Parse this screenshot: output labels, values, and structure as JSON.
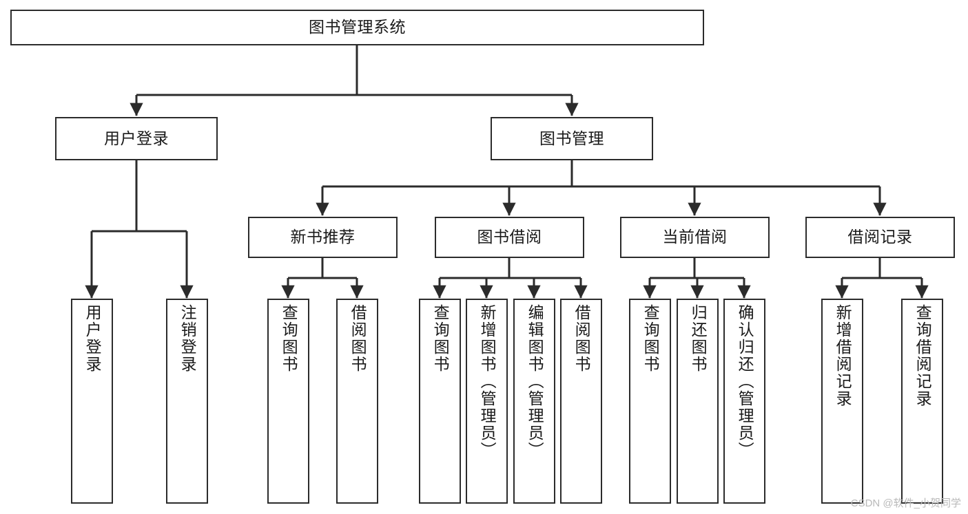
{
  "diagram": {
    "title": "图书管理系统",
    "watermark": "CSDN @软件_小贺同学",
    "edge_color": "#2b2b2b",
    "box_border_color": "#2b2b2b",
    "box_fill_color": "#ffffff",
    "text_color": "#1a1a1a",
    "levels": {
      "root": "图书管理系统",
      "level2": [
        "用户登录",
        "图书管理"
      ],
      "level3": [
        "新书推荐",
        "图书借阅",
        "当前借阅",
        "借阅记录"
      ],
      "level4": [
        "用户登录",
        "注销登录",
        "查询图书",
        "借阅图书",
        "查询图书",
        "新增图书（管理员）",
        "编辑图书（管理员）",
        "借阅图书",
        "查询图书",
        "归还图书",
        "确认归还（管理员）",
        "新增借阅记录",
        "查询借阅记录"
      ]
    },
    "nodes": {
      "root": {
        "label": "图书管理系统"
      },
      "user_login": {
        "label": "用户登录"
      },
      "book_manage": {
        "label": "图书管理"
      },
      "new_book_rec": {
        "label": "新书推荐"
      },
      "book_borrow": {
        "label": "图书借阅"
      },
      "current_borrow": {
        "label": "当前借阅"
      },
      "borrow_record": {
        "label": "借阅记录"
      },
      "leaf_user_login": {
        "label": "用户登录"
      },
      "leaf_logout": {
        "label": "注销登录"
      },
      "leaf_query_book_a": {
        "label": "查询图书"
      },
      "leaf_borrow_book_a": {
        "label": "借阅图书"
      },
      "leaf_query_book_b": {
        "label": "查询图书"
      },
      "leaf_add_book_admin": {
        "label": "新增图书（管理员）"
      },
      "leaf_edit_book_admin": {
        "label": "编辑图书（管理员）"
      },
      "leaf_borrow_book_b": {
        "label": "借阅图书"
      },
      "leaf_query_book_c": {
        "label": "查询图书"
      },
      "leaf_return_book": {
        "label": "归还图书"
      },
      "leaf_confirm_return_admin": {
        "label": "确认归还（管理员）"
      },
      "leaf_add_record": {
        "label": "新增借阅记录"
      },
      "leaf_query_record": {
        "label": "查询借阅记录"
      }
    }
  }
}
